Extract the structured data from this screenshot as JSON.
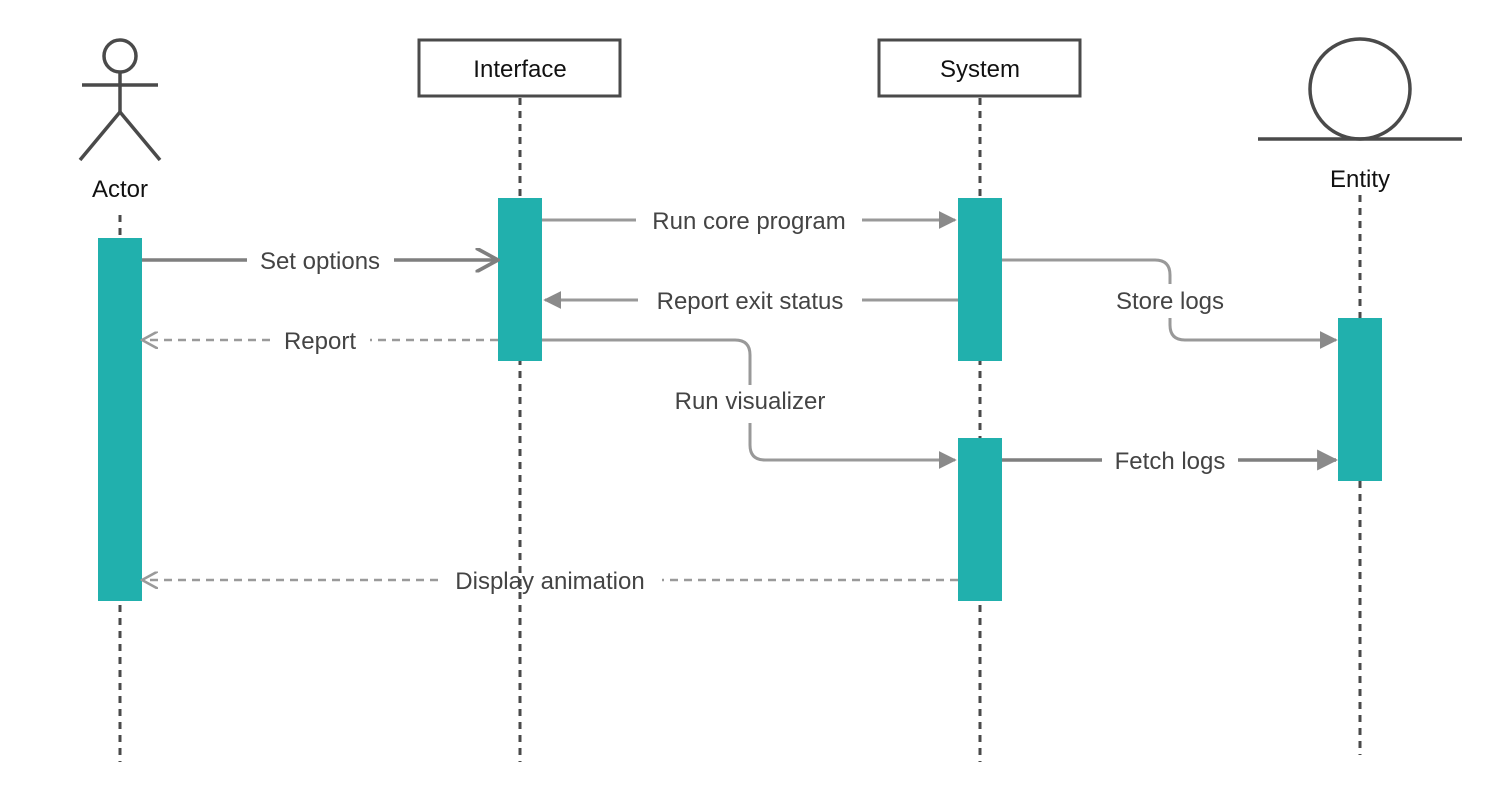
{
  "participants": {
    "actor": "Actor",
    "interface": "Interface",
    "system": "System",
    "entity": "Entity"
  },
  "messages": {
    "set_options": "Set options",
    "run_core_program": "Run core program",
    "report_exit_status": "Report exit status",
    "report": "Report",
    "run_visualizer": "Run visualizer",
    "store_logs": "Store logs",
    "fetch_logs": "Fetch logs",
    "display_animation": "Display animation"
  },
  "colors": {
    "activation": "#21b0ad",
    "line": "#4a4a4a",
    "message": "#7f7f7f"
  }
}
